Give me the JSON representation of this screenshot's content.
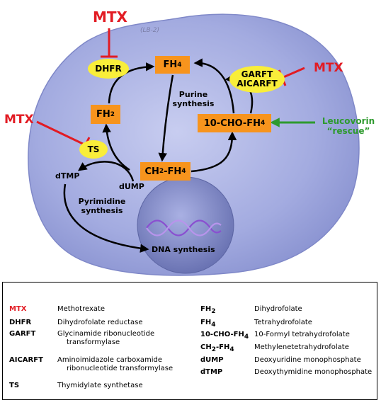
{
  "diagram": {
    "cell_mark": "(LB-2)",
    "inhibitors": {
      "top": "MTX",
      "left": "MTX",
      "right": "MTX"
    },
    "enzymes": {
      "dhfr": "DHFR",
      "ts": "TS",
      "garft": "GARFT",
      "aicarft": "AICARFT"
    },
    "molecules": {
      "fh4": {
        "main": "FH",
        "sub": "4"
      },
      "fh2": {
        "main": "FH",
        "sub": "2"
      },
      "ch2": {
        "pre": "CH",
        "sub": "2",
        "post": "-FH",
        "sub2": "4"
      },
      "formyl": {
        "main": "10-CHO-FH",
        "sub": "4"
      }
    },
    "labels": {
      "purine": [
        "Purine",
        "synthesis"
      ],
      "pyrimidine": [
        "Pyrimidine",
        "synthesis"
      ],
      "dtmp": "dTMP",
      "dump": "dUMP",
      "dna": "DNA synthesis"
    },
    "rescue": [
      "Leucovorin",
      "“rescue”"
    ],
    "colors": {
      "cell": "#9da5dd",
      "nucleus": "#6e77b5",
      "box": "#f7941d",
      "enzyme": "#f9ee3a",
      "inhibitor": "#e21b23",
      "rescue": "#2e9a2e",
      "dna": "#8a4fd0"
    }
  },
  "legend": {
    "left": [
      {
        "abbr": "MTX",
        "desc": "Methotrexate"
      },
      {
        "abbr": "DHFR",
        "desc": "Dihydrofolate reductase"
      },
      {
        "abbr": "GARFT",
        "desc": "Glycinamide ribonucleotide",
        "desc2": "transformylase"
      },
      {
        "abbr": "AICARFT",
        "desc": "Aminoimidazole carboxamide",
        "desc2": "ribonucleotide transformylase"
      },
      {
        "abbr": "TS",
        "desc": "Thymidylate synthetase"
      }
    ],
    "right": [
      {
        "main": "FH",
        "sub": "2",
        "desc": "Dihydrofolate"
      },
      {
        "main": "FH",
        "sub": "4",
        "desc": "Tetrahydrofolate"
      },
      {
        "main": "10-CHO-FH",
        "sub": "4",
        "desc": "10-Formyl tetrahydrofolate"
      },
      {
        "main": "CH",
        "sub": "2",
        "post": "-FH",
        "sub2": "4",
        "desc": "Methylenetetrahydrofolate"
      },
      {
        "main": "dUMP",
        "desc": "Deoxyuridine monophosphate"
      },
      {
        "main": "dTMP",
        "desc": "Deoxythymidine monophosphate"
      }
    ]
  }
}
